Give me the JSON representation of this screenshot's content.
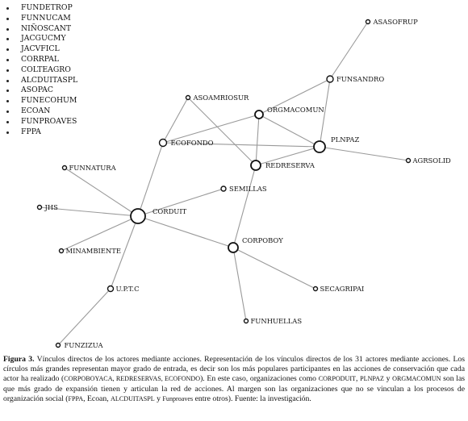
{
  "legend": [
    "FUNDETROP",
    "FUNNUCAM",
    "NIÑOSCANT",
    "JACGUCMY",
    "JACVFICL",
    "CORRPAL",
    "COLTEAGRO",
    "ALCDUITASPL",
    "ASOPAC",
    "FUNECOHUM",
    "ECOAN",
    "FUNPROAVES",
    "FPPA"
  ],
  "network": {
    "nodes": [
      {
        "id": "ASASOFRUP",
        "label": "ASASOFRUP"
      },
      {
        "id": "FUNSANDRO",
        "label": "FUNSANDRO"
      },
      {
        "id": "ASOAMRIOSUR",
        "label": "ASOAMRIOSUR"
      },
      {
        "id": "ORGMACOMUN",
        "label": "ORGMACOMUN"
      },
      {
        "id": "PLNPAZ",
        "label": "PLNPAZ"
      },
      {
        "id": "AGRSOLID",
        "label": "AGRSOLID"
      },
      {
        "id": "ECOFONDO",
        "label": "ECOFONDO"
      },
      {
        "id": "REDRESERVA",
        "label": "REDRESERVA"
      },
      {
        "id": "FUNNATURA",
        "label": "FUNNATURA"
      },
      {
        "id": "SEMILLAS",
        "label": "SEMILLAS"
      },
      {
        "id": "JHS",
        "label": "JHS"
      },
      {
        "id": "CORDUIT",
        "label": "CORDUIT"
      },
      {
        "id": "CORPOBOY",
        "label": "CORPOBOY"
      },
      {
        "id": "MINAMBIENTE",
        "label": "MINAMBIENTE"
      },
      {
        "id": "UPTC",
        "label": "U.P.T.C"
      },
      {
        "id": "SECAGRIPAI",
        "label": "SECAGRIPAI"
      },
      {
        "id": "FUNHUELLAS",
        "label": "FUNHUELLAS"
      },
      {
        "id": "FUNZIZUA",
        "label": "FUNZIZUA"
      }
    ],
    "edges": [
      [
        "ASASOFRUP",
        "FUNSANDRO"
      ],
      [
        "FUNSANDRO",
        "ORGMACOMUN"
      ],
      [
        "FUNSANDRO",
        "PLNPAZ"
      ],
      [
        "ORGMACOMUN",
        "ECOFONDO"
      ],
      [
        "ORGMACOMUN",
        "PLNPAZ"
      ],
      [
        "ORGMACOMUN",
        "REDRESERVA"
      ],
      [
        "ASOAMRIOSUR",
        "ECOFONDO"
      ],
      [
        "ASOAMRIOSUR",
        "REDRESERVA"
      ],
      [
        "ECOFONDO",
        "PLNPAZ"
      ],
      [
        "PLNPAZ",
        "REDRESERVA"
      ],
      [
        "PLNPAZ",
        "AGRSOLID"
      ],
      [
        "ECOFONDO",
        "CORDUIT"
      ],
      [
        "REDRESERVA",
        "CORPOBOY"
      ],
      [
        "SEMILLAS",
        "CORDUIT"
      ],
      [
        "FUNNATURA",
        "CORDUIT"
      ],
      [
        "JHS",
        "CORDUIT"
      ],
      [
        "MINAMBIENTE",
        "CORDUIT"
      ],
      [
        "UPTC",
        "CORDUIT"
      ],
      [
        "CORDUIT",
        "CORPOBOY"
      ],
      [
        "CORPOBOY",
        "SECAGRIPAI"
      ],
      [
        "CORPOBOY",
        "FUNHUELLAS"
      ],
      [
        "UPTC",
        "FUNZIZUA"
      ]
    ]
  },
  "caption": {
    "label": "Figura 3.",
    "p1": " Vínculos directos de los actores mediante acciones. Representación de los vínculos directos de los 31 actores mediante acciones. Los círculos más grandes representan mayor grado de entrada, es decir son los más populares participantes en las acciones de conservación que cada actor ha realizado (",
    "sc1": "CORPOBOYACA, REDRESERVAS, ECOFONDO",
    "p2": "). En este caso, organizaciones como ",
    "sc2": "CORPODUIT",
    "p3": ", ",
    "sc3": "PLNPAZ",
    "p4": " y ",
    "sc4": "ORGMACOMUN",
    "p5": " son las que más grado de expansión tienen y articulan la red de acciones. Al margen son las organizaciones que no se vinculan a los procesos de organización social (",
    "sc5": "FPPA",
    "p6": ", Ecoan, ",
    "sc6": "ALCDUITASPL",
    "p7": " y ",
    "sc7": "Funproaves",
    "p8": " entre otros). Fuente: la investigación."
  }
}
